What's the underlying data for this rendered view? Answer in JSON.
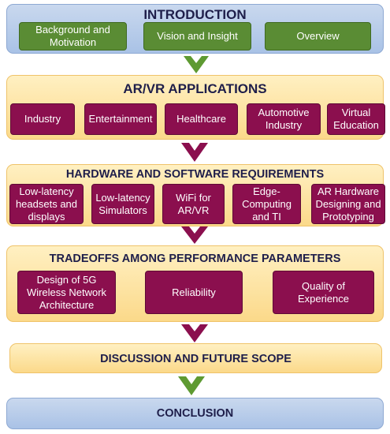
{
  "introduction": {
    "title": "INTRODUCTION",
    "items": [
      "Background and Motivation",
      "Vision and Insight",
      "Overview"
    ]
  },
  "applications": {
    "title": "AR/VR APPLICATIONS",
    "items": [
      "Industry",
      "Entertainment",
      "Healthcare",
      "Automotive Industry",
      "Virtual Education"
    ]
  },
  "requirements": {
    "title": "HARDWARE AND  SOFTWARE REQUIREMENTS",
    "items": [
      "Low-latency headsets and displays",
      "Low-latency Simulators",
      "WiFi for AR/VR",
      "Edge-Computing and TI",
      "AR Hardware Designing and Prototyping"
    ]
  },
  "tradeoffs": {
    "title": "TRADEOFFS AMONG PERFORMANCE PARAMETERS",
    "items": [
      "Design of 5G Wireless Network Architecture",
      "Reliability",
      "Quality of Experience"
    ]
  },
  "discussion": {
    "title": "DISCUSSION AND FUTURE SCOPE"
  },
  "conclusion": {
    "title": "CONCLUSION"
  },
  "colors": {
    "intro_box": "#5a8c34",
    "content_box": "#8b0f4e",
    "green_arrow": "#5e9a32",
    "maroon_arrow": "#8b0f4e"
  }
}
